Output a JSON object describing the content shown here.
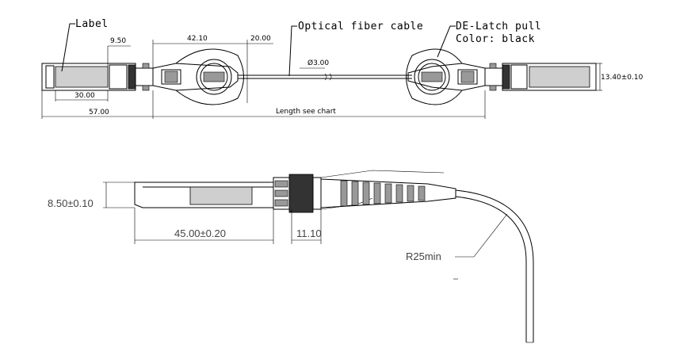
{
  "top_view": {
    "callouts": {
      "label": "Label",
      "fiber": "Optical fiber cable",
      "latch": "DE-Latch pull",
      "color": "Color: black"
    },
    "dims": {
      "d_9_50": "9.50",
      "d_42_10": "42.10",
      "d_20_00": "20.00",
      "d_3_00": "Ø3.00",
      "d_30_00": "30.00",
      "d_57_00": "57.00",
      "length": "Length   see chart",
      "d_13_40": "13.40±0.10"
    }
  },
  "side_view": {
    "dims": {
      "d_8_50": "8.50±0.10",
      "d_45_00": "45.00±0.20",
      "d_11_10": "11.10",
      "radius": "R25min"
    }
  }
}
